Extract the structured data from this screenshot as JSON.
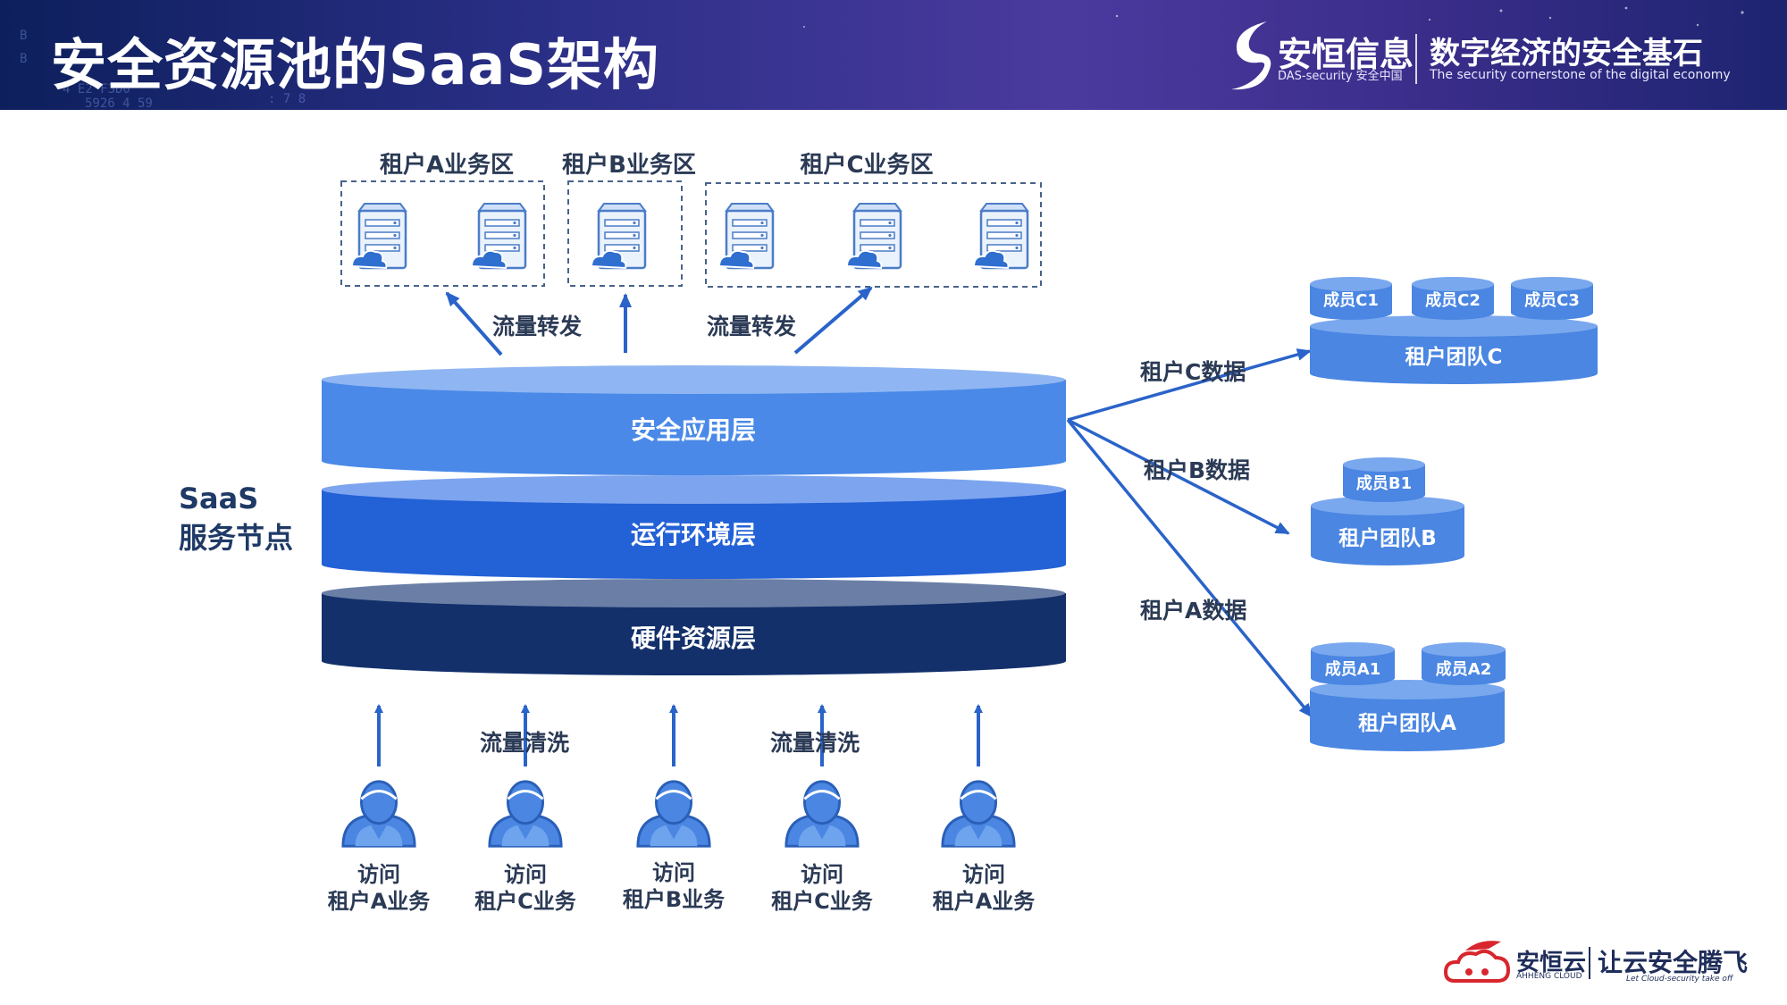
{
  "header": {
    "title": "安全资源池的SaaS架构",
    "brand_name": "安恒信息",
    "brand_sub": "DAS-security 安全中国",
    "slogan": "数字经济的安全基石",
    "slogan_sub": "The security cornerstone of the digital economy"
  },
  "zones": [
    {
      "label": "租户A业务区"
    },
    {
      "label": "租户B业务区"
    },
    {
      "label": "租户C业务区"
    }
  ],
  "flow_labels": {
    "forward_left": "流量转发",
    "forward_right": "流量转发",
    "clean_left": "流量清洗",
    "clean_right": "流量清洗"
  },
  "saas_node": {
    "line1": "SaaS",
    "line2": "服务节点"
  },
  "layers": [
    {
      "label": "安全应用层"
    },
    {
      "label": "运行环境层"
    },
    {
      "label": "硬件资源层"
    }
  ],
  "data_flows": {
    "c": "租户C数据",
    "b": "租户B数据",
    "a": "租户A数据"
  },
  "teams": {
    "c": {
      "name": "租户团队C",
      "members": [
        "成员C1",
        "成员C2",
        "成员C3"
      ]
    },
    "b": {
      "name": "租户团队B",
      "members": [
        "成员B1"
      ]
    },
    "a": {
      "name": "租户团队A",
      "members": [
        "成员A1",
        "成员A2"
      ]
    }
  },
  "users": [
    {
      "line1": "访问",
      "line2": "租户A业务"
    },
    {
      "line1": "访问",
      "line2": "租户C业务"
    },
    {
      "line1": "访问",
      "line2": "租户B业务"
    },
    {
      "line1": "访问",
      "line2": "租户C业务"
    },
    {
      "line1": "访问",
      "line2": "租户A业务"
    }
  ],
  "footer": {
    "brand": "安恒云",
    "brand_sub": "AHHENG CLOUD",
    "slogan": "让云安全腾飞",
    "slogan_sub": "Let Cloud-security take off"
  },
  "icons": {
    "server": "cloud-server-icon",
    "user": "user-silhouette-icon",
    "logo": "das-security-logo",
    "footer_logo": "ahheng-cloud-logo"
  },
  "colors": {
    "layer_app": "#4a89e8",
    "layer_env": "#2361d6",
    "layer_hw": "#13306b",
    "arrow": "#2a63c9",
    "team": "#4a86e2",
    "title_text": "#ffffff"
  }
}
